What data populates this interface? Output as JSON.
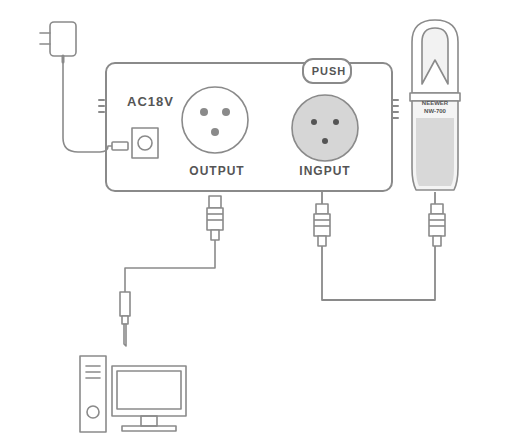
{
  "diagram": {
    "nodes": [
      {
        "text": [
          "AC18V",
          "OUTPUT",
          "INGPUT"
        ]
      },
      {
        "text": [
          "PUSH"
        ],
        "in": 0
      },
      {
        "text": [
          "NEEWER",
          "NW-700"
        ]
      }
    ],
    "edges": [
      {
        "from": 0,
        "to": 2,
        "arrow": "none"
      }
    ]
  }
}
